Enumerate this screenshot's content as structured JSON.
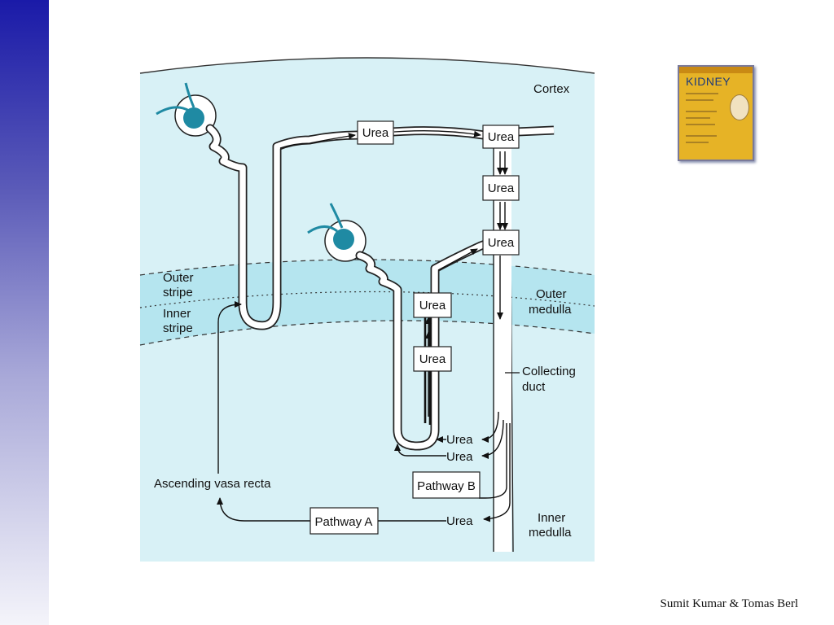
{
  "labels": {
    "cortex": "Cortex",
    "outer_stripe": [
      "Outer",
      "stripe"
    ],
    "inner_stripe": [
      "Inner",
      "stripe"
    ],
    "outer_medulla": [
      "Outer",
      "medulla"
    ],
    "collecting_duct": [
      "Collecting",
      "duct"
    ],
    "inner_medulla": [
      "Inner",
      "medulla"
    ],
    "ascending_vasa_recta": "Ascending vasa recta"
  },
  "boxes": {
    "urea_1": "Urea",
    "urea_2": "Urea",
    "urea_3": "Urea",
    "urea_4": "Urea",
    "urea_5": "Urea",
    "urea_6": "Urea",
    "pathway_a": "Pathway A",
    "pathway_b": "Pathway B"
  },
  "flow_labels": {
    "urea_top": "Urea",
    "urea_mid": "Urea",
    "urea_bottom": "Urea"
  },
  "book": {
    "title": "KIDNEY"
  },
  "credit": "Sumit Kumar & Tomas Berl",
  "colors": {
    "background": "#ffffff",
    "diagram_fill": "#d8f1f6",
    "outer_medulla_band": "#b5e5ef",
    "glomerulus": "#1f8aa3",
    "accent_bar": "#1a1aa8"
  }
}
